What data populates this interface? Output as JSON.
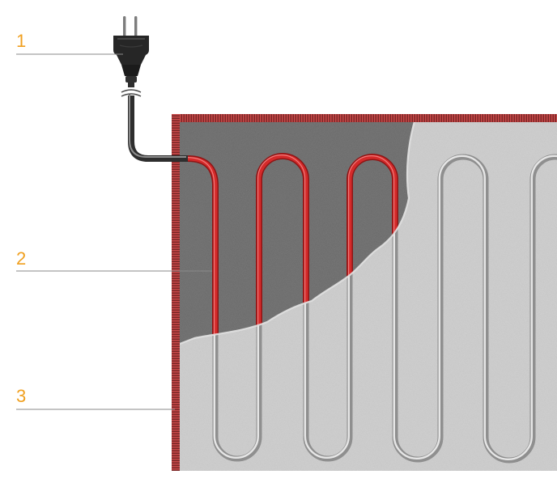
{
  "callouts": [
    {
      "number": "1",
      "part": "power-plug"
    },
    {
      "number": "2",
      "part": "heating-cable"
    },
    {
      "number": "3",
      "part": "mat-edge"
    }
  ],
  "colors": {
    "callout_number": "#f0a020",
    "leader_line": "#8a8a8a",
    "heating_cable": "#d42a2a",
    "carpet_base": "#c7c7c7",
    "felt_underlayer": "#6b6b6b",
    "edge_binding": "#b03030"
  },
  "icons": [
    "plug-icon"
  ]
}
